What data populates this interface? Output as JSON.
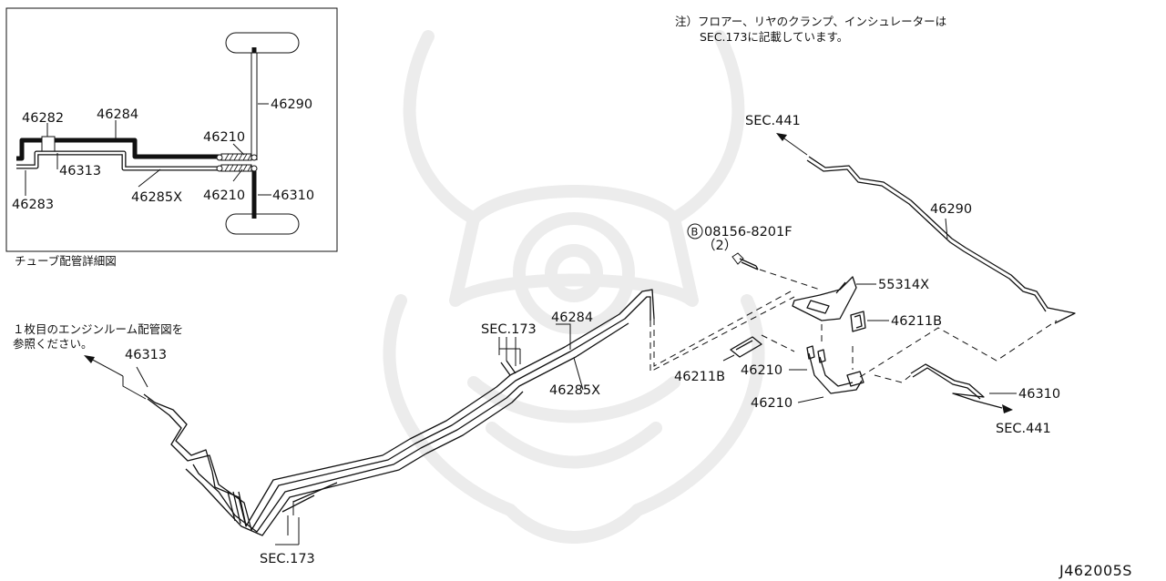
{
  "diagram_id": "J462005S",
  "note": {
    "line1": "注）フロアー、リヤのクランプ、インシュレーターは",
    "line2": "SEC.173に記載しています。"
  },
  "ref_note": {
    "line1": "１枚目のエンジンルーム配管図を",
    "line2": "参照ください。"
  },
  "inset": {
    "caption": "チューブ配管詳細図",
    "labels": {
      "p46282": "46282",
      "p46284": "46284",
      "p46290": "46290",
      "p46210_top": "46210",
      "p46313": "46313",
      "p46285x": "46285X",
      "p46210_bottom": "46210",
      "p46310": "46310",
      "p46283": "46283"
    }
  },
  "main": {
    "sec441_top": "SEC.441",
    "p46290": "46290",
    "bolt_circle": "B",
    "bolt_part": "08156-8201F",
    "bolt_qty": "（2）",
    "p55314x": "55314X",
    "p46211b_right": "46211B",
    "p46211b_left": "46211B",
    "p46210_a": "46210",
    "p46210_b": "46210",
    "p46310": "46310",
    "sec441_bottom": "SEC.441",
    "p46313": "46313",
    "sec173_mid": "SEC.173",
    "p46284": "46284",
    "p46285x": "46285X",
    "sec173_bottom": "SEC.173"
  }
}
